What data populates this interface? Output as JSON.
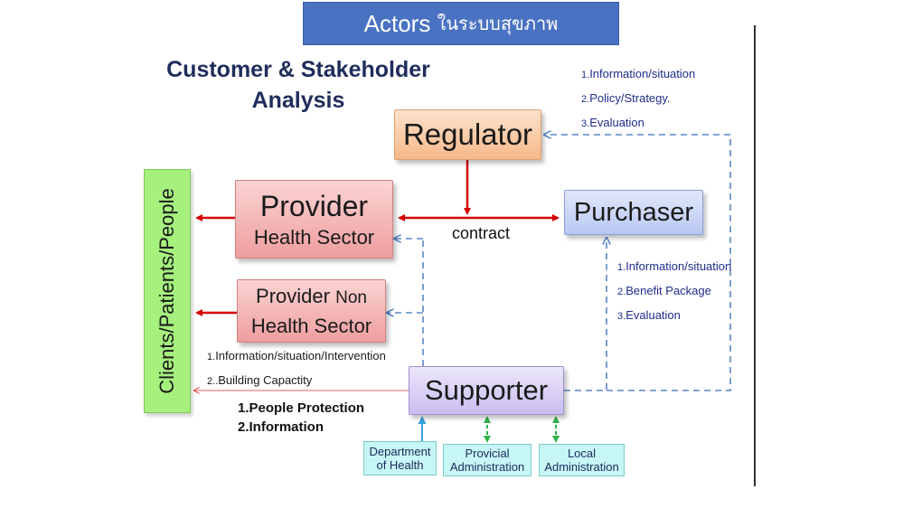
{
  "title": {
    "prefix": "Actors",
    "thai": "ในระบบสุขภาพ"
  },
  "heading": {
    "line1": "Customer & Stakeholder",
    "line2": "Analysis"
  },
  "nodes": {
    "regulator": "Regulator",
    "provider_health": {
      "line1": "Provider",
      "line2": "Health Sector"
    },
    "purchaser": "Purchaser",
    "provider_non_health": {
      "line1_a": "Provider",
      "line1_b": "Non",
      "line2": "Health Sector"
    },
    "supporter": "Supporter",
    "clients": "Clients/Patients/People",
    "department_of_health": {
      "line1": "Department",
      "line2": "of Health"
    },
    "provicial_administration": {
      "line1": "Provicial",
      "line2": "Administration"
    },
    "local_administration": {
      "line1": "Local",
      "line2": "Administration"
    }
  },
  "edge_labels": {
    "contract": "contract"
  },
  "regulator_notes": [
    {
      "num": "1.",
      "text": "Information/situation"
    },
    {
      "num": "2.",
      "text": "Policy/Strategy."
    },
    {
      "num": "3.",
      "text": "Evaluation"
    }
  ],
  "purchaser_notes": [
    {
      "num": "1.",
      "text": "Information/situation"
    },
    {
      "num": "2.",
      "text": "Benefit Package"
    },
    {
      "num": "3.",
      "text": "Evaluation"
    }
  ],
  "provider_notes": [
    {
      "num": "1.",
      "text": "Information/situation/Intervention"
    },
    {
      "num": "2..",
      "text": "Building Capactity"
    }
  ],
  "people_notes": [
    "1.People Protection",
    "2.Information"
  ],
  "colors": {
    "red_arrow": "#d40000",
    "blue_dashed": "#5b86c5",
    "green_dashed": "#2fb04a",
    "cyan_arrow": "#3aa3d8"
  }
}
